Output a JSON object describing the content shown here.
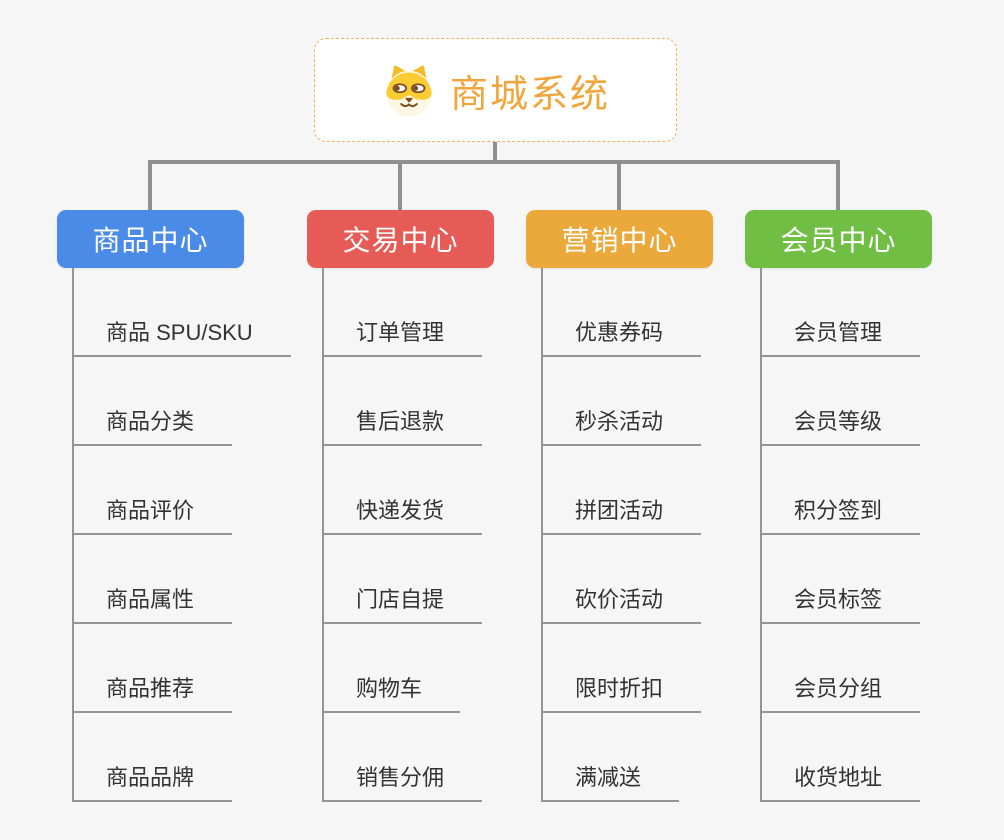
{
  "root": {
    "label": "商城系统",
    "icon": "shiba-dog-icon",
    "label_color": "#F0A63C",
    "border_color": "#F0B254"
  },
  "connector_color": "#8F8F8F",
  "branches": [
    {
      "label": "商品中心",
      "color": "#4A8BE8",
      "children": [
        "商品 SPU/SKU",
        "商品分类",
        "商品评价",
        "商品属性",
        "商品推荐",
        "商品品牌"
      ]
    },
    {
      "label": "交易中心",
      "color": "#E65B55",
      "children": [
        "订单管理",
        "售后退款",
        "快递发货",
        "门店自提",
        "购物车",
        "销售分佣"
      ]
    },
    {
      "label": "营销中心",
      "color": "#EBA93B",
      "children": [
        "优惠券码",
        "秒杀活动",
        "拼团活动",
        "砍价活动",
        "限时折扣",
        "满减送"
      ]
    },
    {
      "label": "会员中心",
      "color": "#70BE44",
      "children": [
        "会员管理",
        "会员等级",
        "积分签到",
        "会员标签",
        "会员分组",
        "收货地址"
      ]
    }
  ]
}
